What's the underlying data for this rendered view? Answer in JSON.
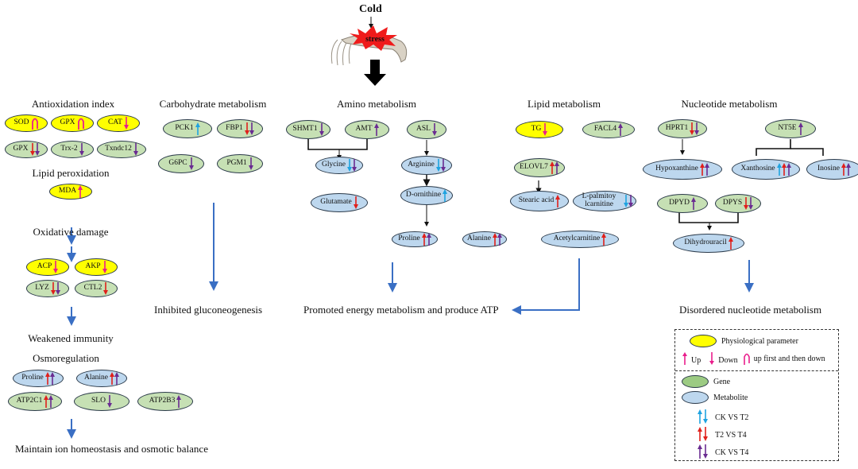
{
  "header": {
    "cold_label": "Cold",
    "stress_label": "stress",
    "organism_icon": "shrimp-icon"
  },
  "colors": {
    "physiological": "#ffff00",
    "gene": "#c6e0b4",
    "metabolite": "#bdd7ee",
    "trend": "#e91e8c",
    "ck_vs_t2": "#1fa3e0",
    "t2_vs_t4": "#e0201b",
    "ck_vs_t4": "#6a2c91",
    "flow_arrow": "#3a6fc4"
  },
  "sections": {
    "antioxidation": {
      "title": "Antioxidation index",
      "nodes": [
        {
          "label": "SOD",
          "type": "phys",
          "arrows": [
            "updown"
          ]
        },
        {
          "label": "GPX",
          "type": "phys",
          "arrows": [
            "updown"
          ]
        },
        {
          "label": "CAT",
          "type": "phys",
          "arrows": [
            "down-trend"
          ]
        },
        {
          "label": "GPX",
          "type": "gene",
          "arrows": [
            "down-t2t4",
            "down-ckt4"
          ]
        },
        {
          "label": "Trx-2",
          "type": "gene",
          "arrows": [
            "down-ckt4"
          ]
        },
        {
          "label": "Txndc12",
          "type": "gene",
          "arrows": [
            "down-ckt4"
          ]
        }
      ]
    },
    "lipid_peroxidation": {
      "title": "Lipid peroxidation",
      "nodes": [
        {
          "label": "MDA",
          "type": "phys",
          "arrows": [
            "up-trend"
          ]
        }
      ]
    },
    "oxidative_damage": {
      "title": "Oxidative damage",
      "nodes": [
        {
          "label": "ACP",
          "type": "phys",
          "arrows": [
            "down-trend"
          ]
        },
        {
          "label": "AKP",
          "type": "phys",
          "arrows": [
            "down-trend"
          ]
        },
        {
          "label": "LYZ",
          "type": "gene",
          "arrows": [
            "down-t2t4",
            "down-ckt4"
          ]
        },
        {
          "label": "CTL2",
          "type": "gene",
          "arrows": [
            "down-t2t4"
          ]
        }
      ]
    },
    "weakened_immunity": {
      "title": "Weakened immunity"
    },
    "osmoregulation": {
      "title": "Osmoregulation",
      "nodes": [
        {
          "label": "Proline",
          "type": "meta",
          "arrows": [
            "up-t2t4",
            "up-ckt4"
          ]
        },
        {
          "label": "Alanine",
          "type": "meta",
          "arrows": [
            "up-t2t4",
            "up-ckt4"
          ]
        },
        {
          "label": "ATP2C1",
          "type": "gene",
          "arrows": [
            "up-t2t4",
            "up-ckt4"
          ]
        },
        {
          "label": "SLO",
          "type": "gene",
          "arrows": [
            "down-ckt4"
          ]
        },
        {
          "label": "ATP2B3",
          "type": "gene",
          "arrows": [
            "up-ckt4"
          ]
        }
      ],
      "outcome": "Maintain ion homeostasis and osmotic balance"
    },
    "carbohydrate": {
      "title": "Carbohydrate metabolism",
      "nodes": [
        {
          "label": "PCK1",
          "type": "gene",
          "arrows": [
            "up-ckt2"
          ]
        },
        {
          "label": "FBP1",
          "type": "gene",
          "arrows": [
            "down-t2t4",
            "down-ckt4"
          ]
        },
        {
          "label": "G6PC",
          "type": "gene",
          "arrows": [
            "down-ckt4"
          ]
        },
        {
          "label": "PGM1",
          "type": "gene",
          "arrows": [
            "down-ckt4"
          ]
        }
      ],
      "outcome": "Inhibited gluconeogenesis"
    },
    "amino": {
      "title": "Amino metabolism",
      "nodes": [
        {
          "label": "SHMT1",
          "type": "gene",
          "arrows": [
            "down-ckt4"
          ]
        },
        {
          "label": "AMT",
          "type": "gene",
          "arrows": [
            "up-ckt4"
          ]
        },
        {
          "label": "ASL",
          "type": "gene",
          "arrows": [
            "down-ckt4"
          ]
        },
        {
          "label": "Glycine",
          "type": "meta",
          "arrows": [
            "down-ckt2",
            "down-ckt4"
          ]
        },
        {
          "label": "Arginine",
          "type": "meta",
          "arrows": [
            "down-ckt2",
            "down-ckt4"
          ]
        },
        {
          "label": "Glutamate",
          "type": "meta",
          "arrows": [
            "down-t2t4"
          ]
        },
        {
          "label": "D-ornithine",
          "type": "meta",
          "arrows": [
            "up-ckt2"
          ]
        },
        {
          "label": "Proline",
          "type": "meta",
          "arrows": [
            "up-t2t4",
            "up-ckt4"
          ]
        },
        {
          "label": "Alanine",
          "type": "meta",
          "arrows": [
            "up-t2t4",
            "up-ckt4"
          ]
        }
      ]
    },
    "lipid": {
      "title": "Lipid metabolism",
      "nodes": [
        {
          "label": "TG",
          "type": "phys",
          "arrows": [
            "down-trend"
          ]
        },
        {
          "label": "FACL4",
          "type": "gene",
          "arrows": [
            "up-ckt4"
          ]
        },
        {
          "label": "ELOVL7",
          "type": "gene",
          "arrows": [
            "up-t2t4",
            "up-ckt4"
          ]
        },
        {
          "label": "Stearic acid",
          "type": "meta",
          "arrows": [
            "up-t2t4"
          ]
        },
        {
          "label": "L-palmitoy lcarnitine",
          "type": "meta",
          "arrows": [
            "down-ckt2",
            "down-ckt4"
          ]
        },
        {
          "label": "Acetylcarnitine",
          "type": "meta",
          "arrows": [
            "up-t2t4"
          ]
        }
      ]
    },
    "energy_outcome": "Promoted energy metabolism and produce ATP",
    "nucleotide": {
      "title": "Nucleotide metabolism",
      "nodes": [
        {
          "label": "HPRT1",
          "type": "gene",
          "arrows": [
            "down-t2t4",
            "down-ckt4"
          ]
        },
        {
          "label": "NT5E",
          "type": "gene",
          "arrows": [
            "up-ckt4"
          ]
        },
        {
          "label": "Hypoxanthine",
          "type": "meta",
          "arrows": [
            "up-t2t4",
            "up-ckt4"
          ]
        },
        {
          "label": "Xanthosine",
          "type": "meta",
          "arrows": [
            "up-ckt2",
            "up-t2t4",
            "up-ckt4"
          ]
        },
        {
          "label": "Inosine",
          "type": "meta",
          "arrows": [
            "up-t2t4",
            "up-ckt4"
          ]
        },
        {
          "label": "DPYD",
          "type": "gene",
          "arrows": [
            "up-ckt4"
          ]
        },
        {
          "label": "DPYS",
          "type": "gene",
          "arrows": [
            "down-t2t4",
            "down-ckt4"
          ]
        },
        {
          "label": "Dihydrouracil",
          "type": "meta",
          "arrows": [
            "up-t2t4"
          ]
        }
      ],
      "outcome": "Disordered nucleotide metabolism"
    }
  },
  "legend": {
    "physiological": "Physiological parameter",
    "up": "Up",
    "down": "Down",
    "updown": "up first and then down",
    "gene": "Gene",
    "metabolite": "Metabolite",
    "ck_vs_t2": "CK VS T2",
    "t2_vs_t4": "T2 VS T4",
    "ck_vs_t4": "CK VS T4"
  }
}
